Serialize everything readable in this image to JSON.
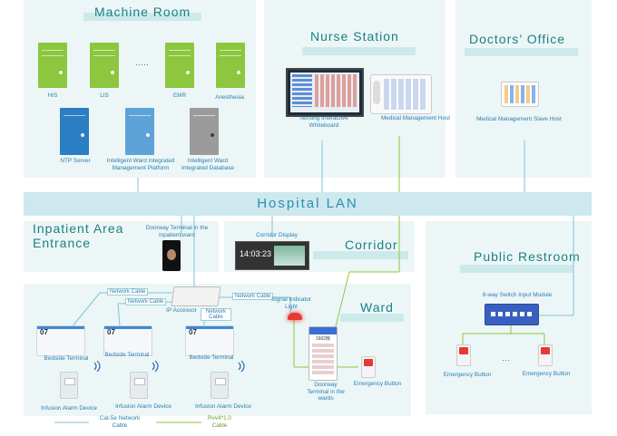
{
  "regions": {
    "machine_room": "Machine Room",
    "nurse_station": "Nurse Station",
    "doctors_office": "Doctors’ Office",
    "lan": "Hospital LAN",
    "inpatient_entrance": "Inpatient Area Entrance",
    "corridor": "Corridor",
    "ward": "Ward",
    "public_restroom": "Public Restroom"
  },
  "machine_room": {
    "servers_top": [
      "HIS",
      "LIS",
      "EMR",
      "Anesthesia"
    ],
    "ellipsis": "·····",
    "servers_bottom": [
      "NTP Server",
      "Intelligent Ward Integrated Management Platform",
      "Intelligent Ward Integrated Database"
    ]
  },
  "nurse_station": {
    "whiteboard": "Nursing Interactive Whiteboard",
    "host": "Medical Management Host"
  },
  "doctors_office": {
    "slave_host": "Medical Management Slave Host"
  },
  "entrance": {
    "doorway": "Doorway Terminal in the inpatient ward"
  },
  "corridor": {
    "display": "Corridor Display",
    "clock": "14:03:23"
  },
  "ward": {
    "network_cable_1": "Network Cable",
    "network_cable_2": "Network Cable",
    "network_cable_3": "Network Cable",
    "network_cable_4": "Network Cable",
    "ip_accessor": "IP Accessor",
    "signal_light": "Signal Indicator Light",
    "bedside": "Bedside Terminal",
    "bed_number": "07",
    "alarm": "Infusion Alarm Device",
    "doorway_ward": "Doorway Terminal in the wards",
    "room_number": "1602房",
    "emergency": "Emergency Button"
  },
  "restroom": {
    "switch": "8-way Switch Input Module",
    "emergency": "Emergency Button",
    "ellipsis": "···"
  },
  "legend": {
    "cat5e": "Cat-5e Network Cable",
    "rvv": "Rvv4*1.0 Cable"
  },
  "colors": {
    "panel": "#ecf6f6",
    "title": "#1a7f86",
    "lan": "#cde8ee",
    "cat5e_line": "#7fc4d6",
    "rvv_line": "#8dc63f",
    "green_server": "#8dc63f",
    "blue_server": "#2b7ec1",
    "signal_light": "#e53935"
  }
}
